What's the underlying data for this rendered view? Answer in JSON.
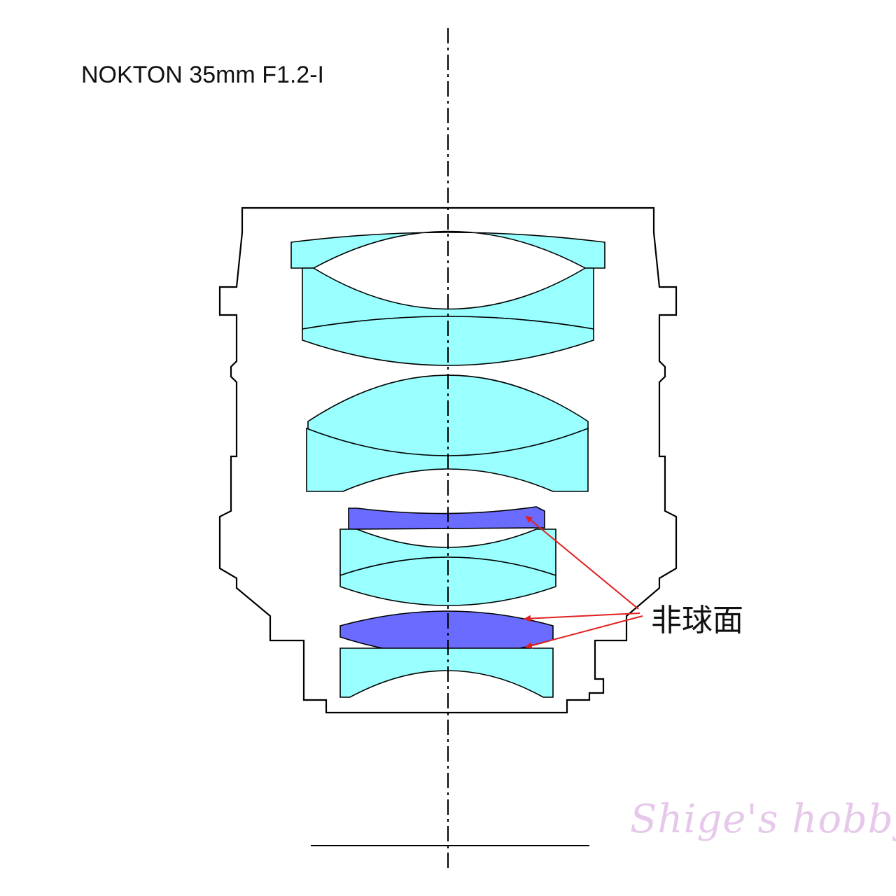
{
  "diagram": {
    "title": "NOKTON 35mm F1.2-I",
    "aspheric_label": "非球面",
    "watermark": "Shige's hobby"
  },
  "colors": {
    "lens_spherical": "#99ffff",
    "lens_aspheric": "#6a6cff",
    "pointer_arrow": "#e02020",
    "outline": "#000000",
    "watermark": "#e6c9ea"
  }
}
